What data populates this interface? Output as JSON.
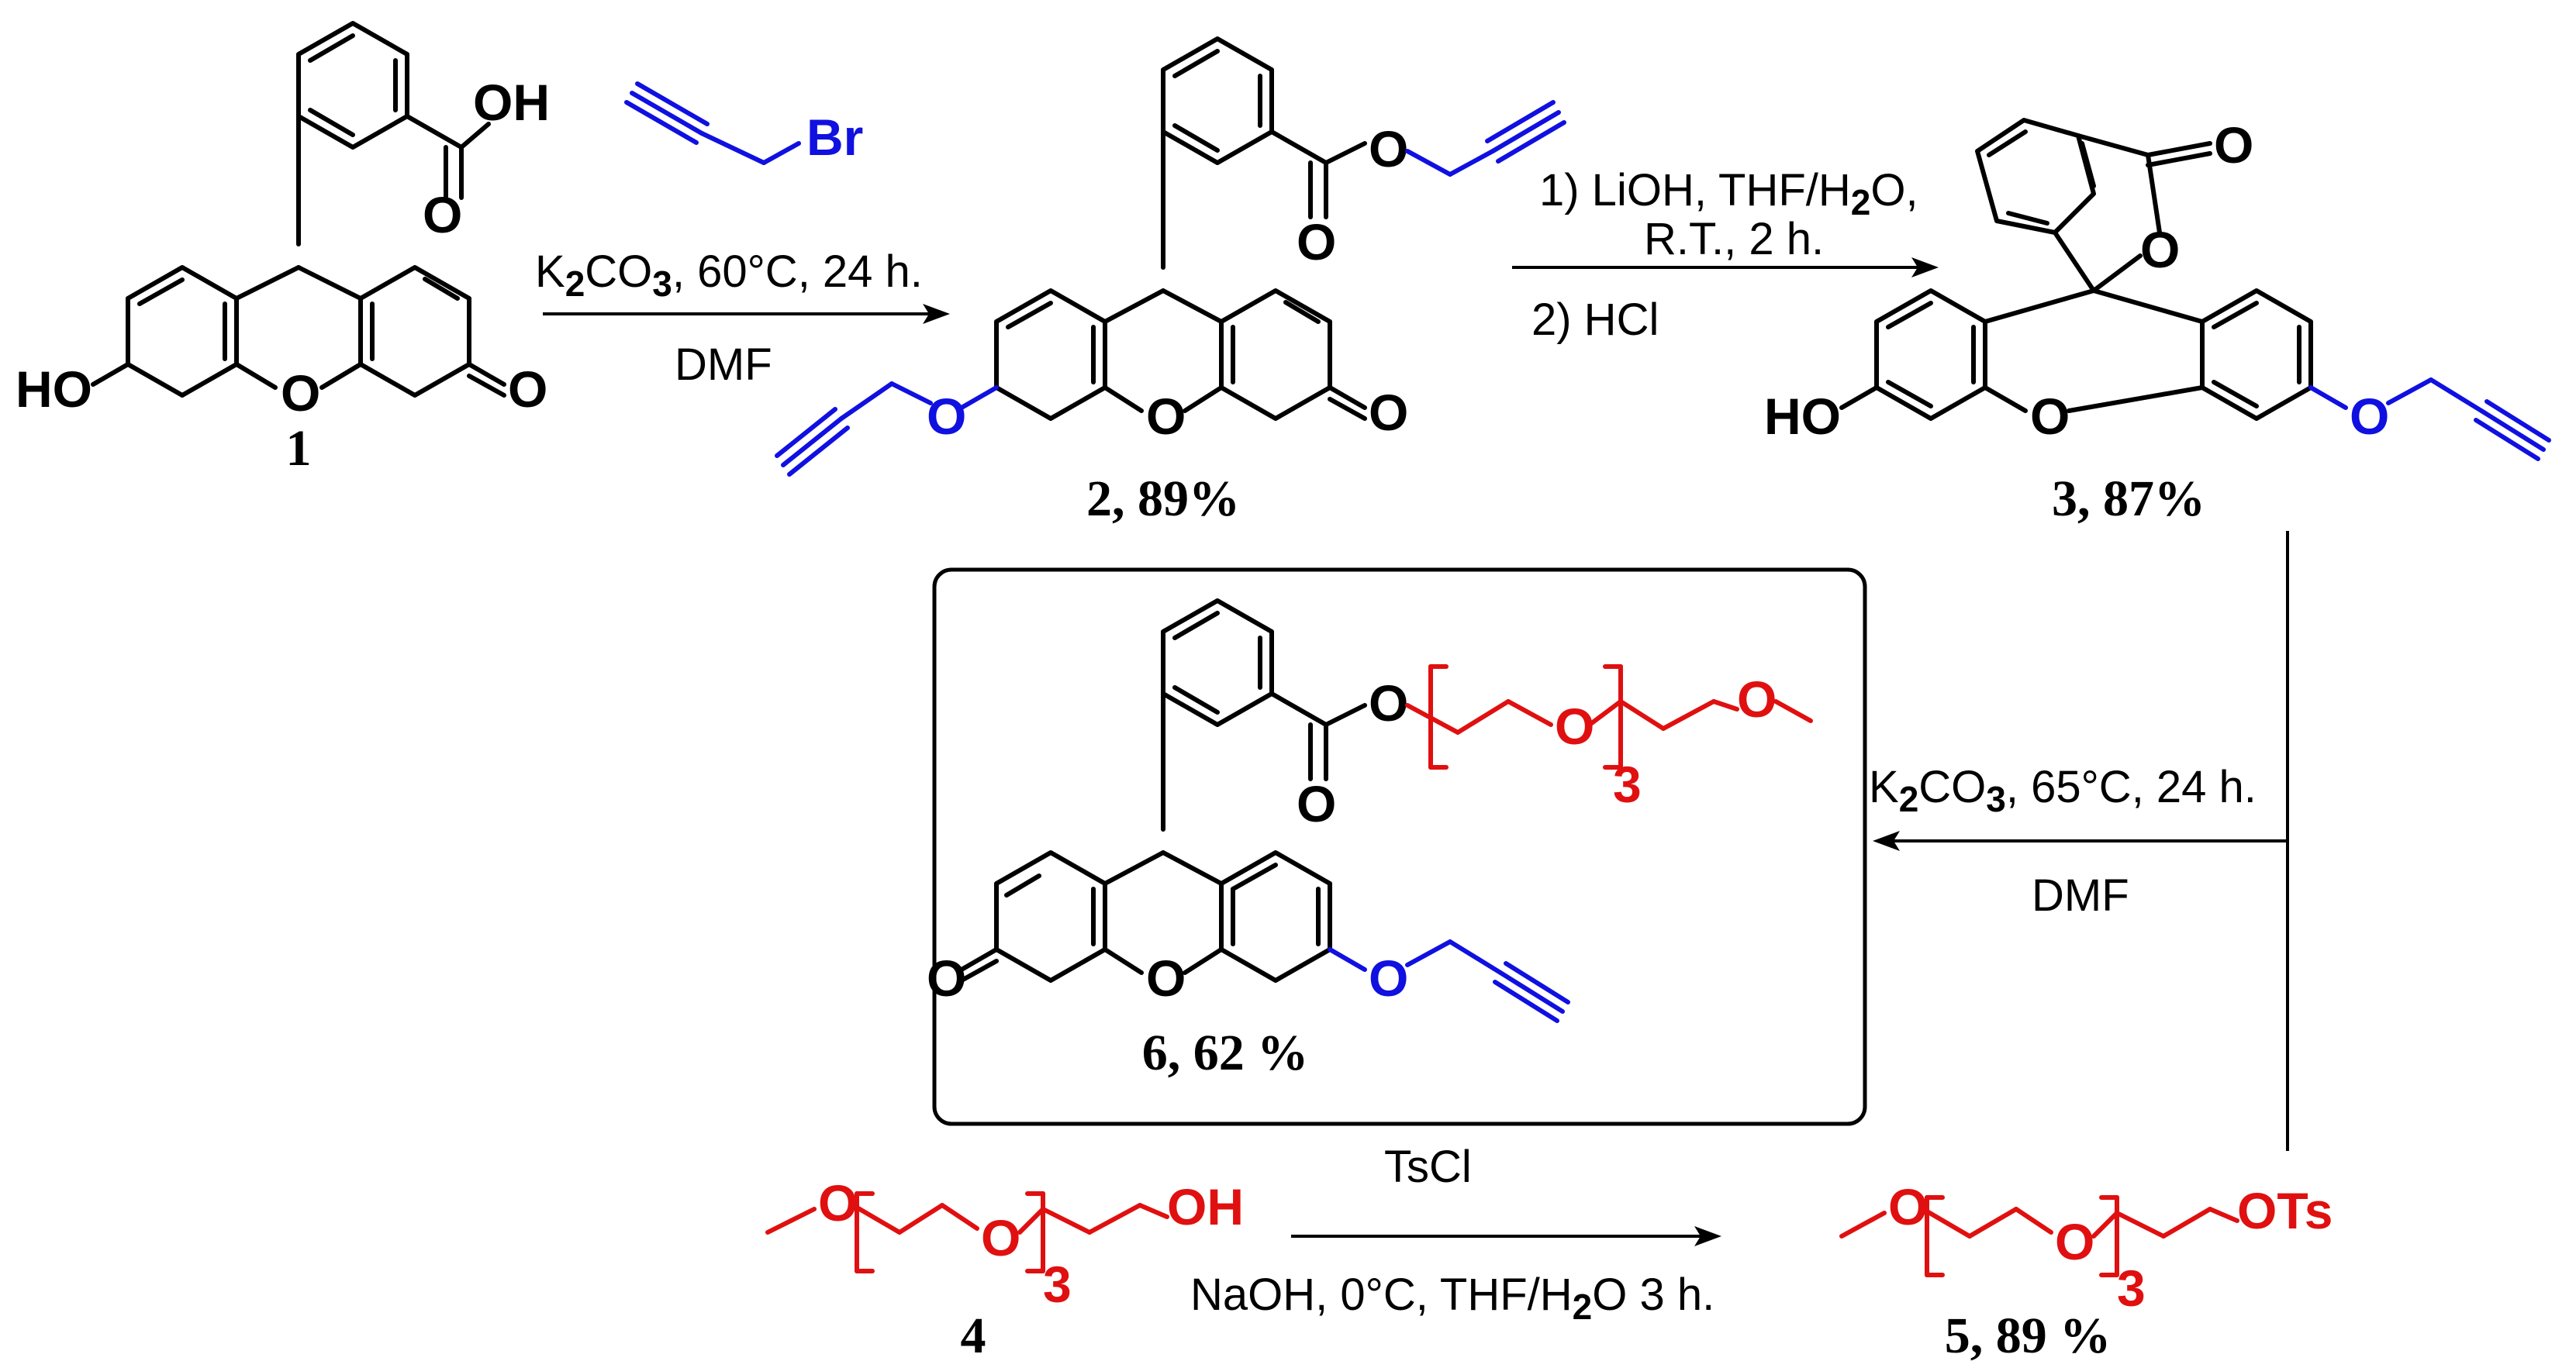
{
  "compounds": {
    "c1": {
      "label": "1"
    },
    "c2": {
      "label": "2, 89%"
    },
    "c3": {
      "label": "3, 87%"
    },
    "c4": {
      "label": "4"
    },
    "c5": {
      "label": "5, 89 %"
    },
    "c6": {
      "label": "6, 62 %"
    }
  },
  "atoms": {
    "oh": "OH",
    "ho": "HO",
    "o": "O",
    "br": "Br",
    "ots": "OTs",
    "repeat_count": "3"
  },
  "reactions": {
    "step1": {
      "above_main": "K",
      "above_sub": "2",
      "above_main2": "CO",
      "above_sub2": "3",
      "above_rest": ", 60°C, 24 h.",
      "below": "DMF"
    },
    "step2": {
      "line1_main": "1) LiOH, THF/H",
      "line1_sub": "2",
      "line1_rest": "O,",
      "line2": "R.T., 2 h.",
      "below": "2) HCl"
    },
    "step3": {
      "above_main": "K",
      "above_sub": "2",
      "above_main2": "CO",
      "above_sub2": "3",
      "above_rest": ", 65°C, 24 h.",
      "below": "DMF"
    },
    "step4": {
      "above": "TsCl",
      "below_main": "NaOH, 0°C, THF/H",
      "below_sub": "2",
      "below_rest": "O 3 h."
    }
  },
  "colors": {
    "propargyl": "#1010e0",
    "peg": "#e01010",
    "default": "#000000"
  }
}
